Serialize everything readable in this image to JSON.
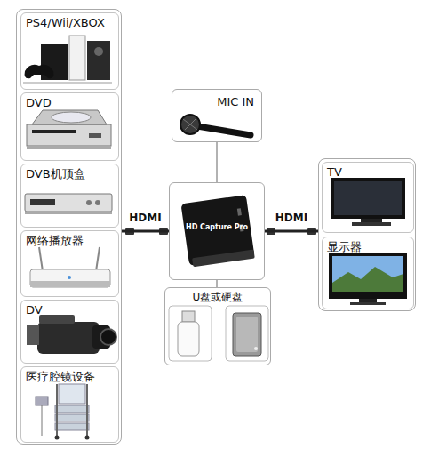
{
  "diagram": {
    "nodes": [
      {
        "text": []
      },
      {
        "text": [
          "PS4/Wii/XBOX"
        ],
        "in": 0
      },
      {
        "text": [
          "DVD"
        ],
        "in": 0
      },
      {
        "text": [
          "DVB机顶盒"
        ],
        "in": 0
      },
      {
        "text": [
          "网络播放器"
        ],
        "in": 0
      },
      {
        "text": [
          "DV"
        ],
        "in": 0
      },
      {
        "text": [
          "医疗腔镜设备"
        ],
        "in": 0
      },
      {
        "text": [
          "MIC IN"
        ]
      },
      {
        "text": [
          "HD Capture Pro"
        ]
      },
      {
        "text": [
          "U盘或硬盘"
        ]
      },
      {
        "text": []
      },
      {
        "text": [
          "TV"
        ],
        "in": 10
      },
      {
        "text": [
          "显示器"
        ],
        "in": 10
      }
    ],
    "edges": [
      {
        "from": 0,
        "to": 8,
        "label": "HDMI",
        "arrow": "none"
      },
      {
        "from": 8,
        "to": 10,
        "label": "HDMI",
        "arrow": "none"
      },
      {
        "from": 7,
        "to": 8,
        "arrow": "none"
      },
      {
        "from": 8,
        "to": 9,
        "arrow": "none"
      }
    ]
  }
}
